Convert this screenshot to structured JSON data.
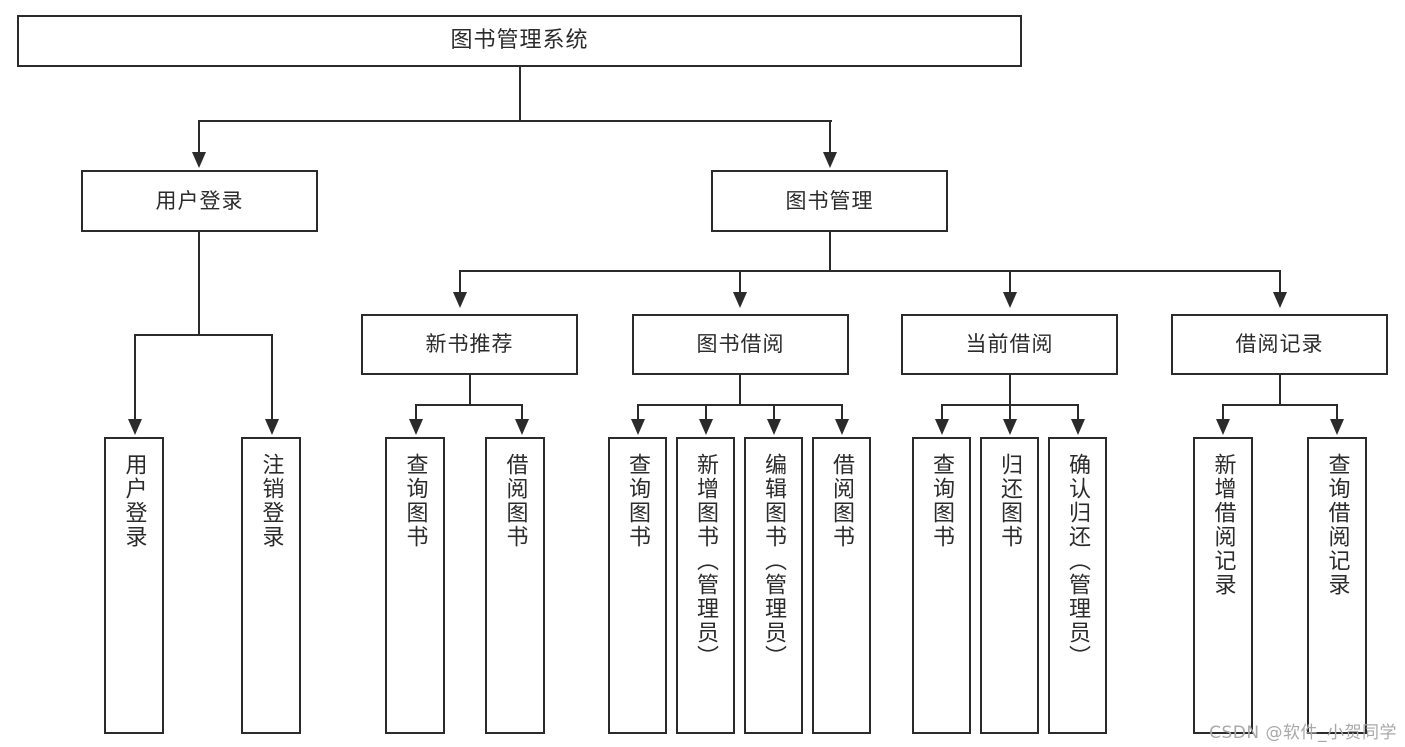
{
  "diagram": {
    "title": "图书管理系统",
    "type": "tree-hierarchy-chart",
    "root": {
      "label": "图书管理系统"
    },
    "level1": [
      {
        "label": "用户登录"
      },
      {
        "label": "图书管理"
      }
    ],
    "level2": [
      {
        "label": "新书推荐"
      },
      {
        "label": "图书借阅"
      },
      {
        "label": "当前借阅"
      },
      {
        "label": "借阅记录"
      }
    ],
    "leaves": {
      "user_login": [
        {
          "label": "用户登录"
        },
        {
          "label": "注销登录"
        }
      ],
      "new_book_recommend": [
        {
          "label": "查询图书"
        },
        {
          "label": "借阅图书"
        }
      ],
      "book_borrow": [
        {
          "label": "查询图书"
        },
        {
          "label": "新增图书（管理员）"
        },
        {
          "label": "编辑图书（管理员）"
        },
        {
          "label": "借阅图书"
        }
      ],
      "current_borrow": [
        {
          "label": "查询图书"
        },
        {
          "label": "归还图书"
        },
        {
          "label": "确认归还（管理员）"
        }
      ],
      "borrow_record": [
        {
          "label": "新增借阅记录"
        },
        {
          "label": "查询借阅记录"
        }
      ]
    }
  },
  "watermark": {
    "text": "CSDN @软件_小贺同学"
  },
  "colors": {
    "stroke": "#2b2b2b",
    "background": "#ffffff",
    "watermark": "#a9a9a9"
  }
}
